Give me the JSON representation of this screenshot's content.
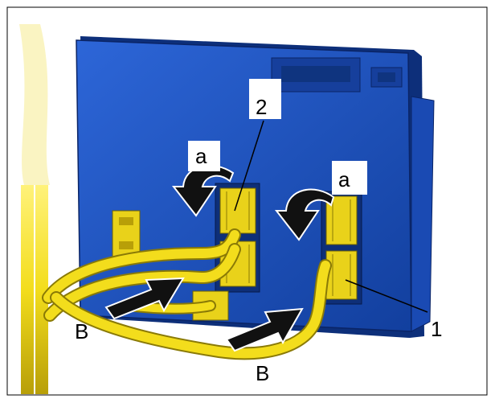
{
  "labels": {
    "part_1": "1",
    "part_2": "2",
    "arrow_a_left": "a",
    "arrow_a_right": "a",
    "arrow_b_left": "B",
    "arrow_b_bottom": "B"
  },
  "colors": {
    "housing": "#1f56c8",
    "housing_dark": "#123f9e",
    "housing_edge": "#0d2f7a",
    "cable": "#f3dd1c",
    "cable_shade": "#c9b20e",
    "connector": "#e9d21a",
    "arrow": "#111111"
  }
}
